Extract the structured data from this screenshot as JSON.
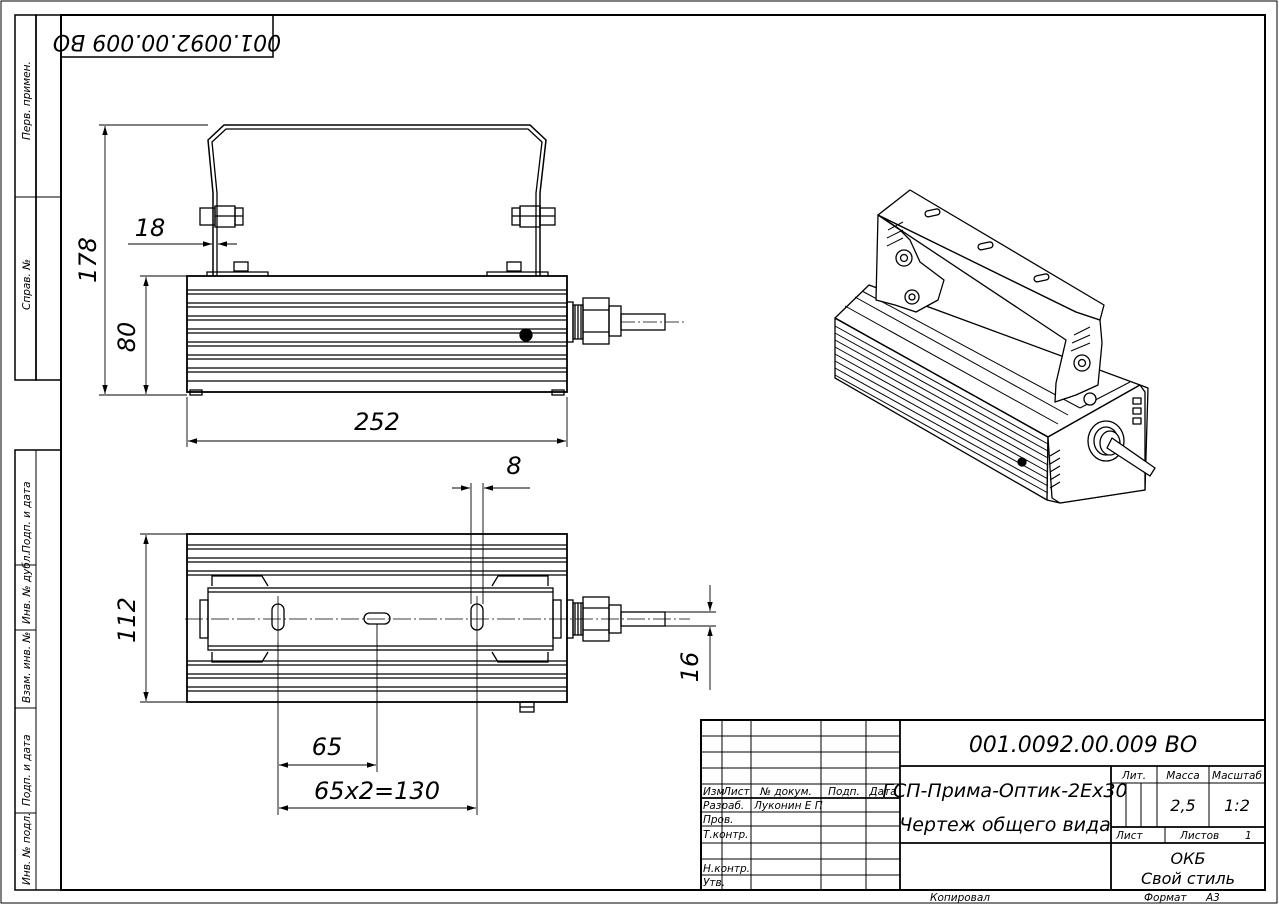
{
  "drawing": {
    "designation": "001.0092.00.009 ВО",
    "title_line1": "ГСП-Прима-Оптик-2Ex30",
    "title_line2": "Чертеж общего вида",
    "organization_line1": "ОКБ",
    "organization_line2": "Свой стиль",
    "mass": "2,5",
    "scale": "1:2",
    "sheet_count": "1"
  },
  "title_block": {
    "headers": {
      "izm": "Изм",
      "list": "Лист",
      "doc_no": "№ докум.",
      "sign": "Подп.",
      "date": "Дата"
    },
    "rows": {
      "razrab": "Разраб.",
      "prov": "Пров.",
      "tkontr": "Т.контр.",
      "nkontr": "Н.контр.",
      "utv": "Утв."
    },
    "developer_name": "Луконин Е П",
    "lit_label": "Лит.",
    "mass_label": "Масса",
    "scale_label": "Масштаб",
    "sheet_label": "Лист",
    "sheets_label": "Листов",
    "copied_label": "Копировал",
    "format_label": "Формат",
    "format_value": "А3"
  },
  "side_stamp": {
    "perv_primen": "Перв. примен.",
    "sprav_no": "Справ. №",
    "podp_data_1": "Подп. и дата",
    "inv_dubl": "Инв. № дубл.",
    "vzam_inv": "Взам. инв. №",
    "podp_data_2": "Подп. и дата",
    "inv_podl": "Инв. № подл."
  },
  "dimensions": {
    "d178": "178",
    "d18": "18",
    "d80": "80",
    "d252": "252",
    "d8": "8",
    "d112": "112",
    "d16": "16",
    "d65": "65",
    "d130": "65х2=130"
  }
}
